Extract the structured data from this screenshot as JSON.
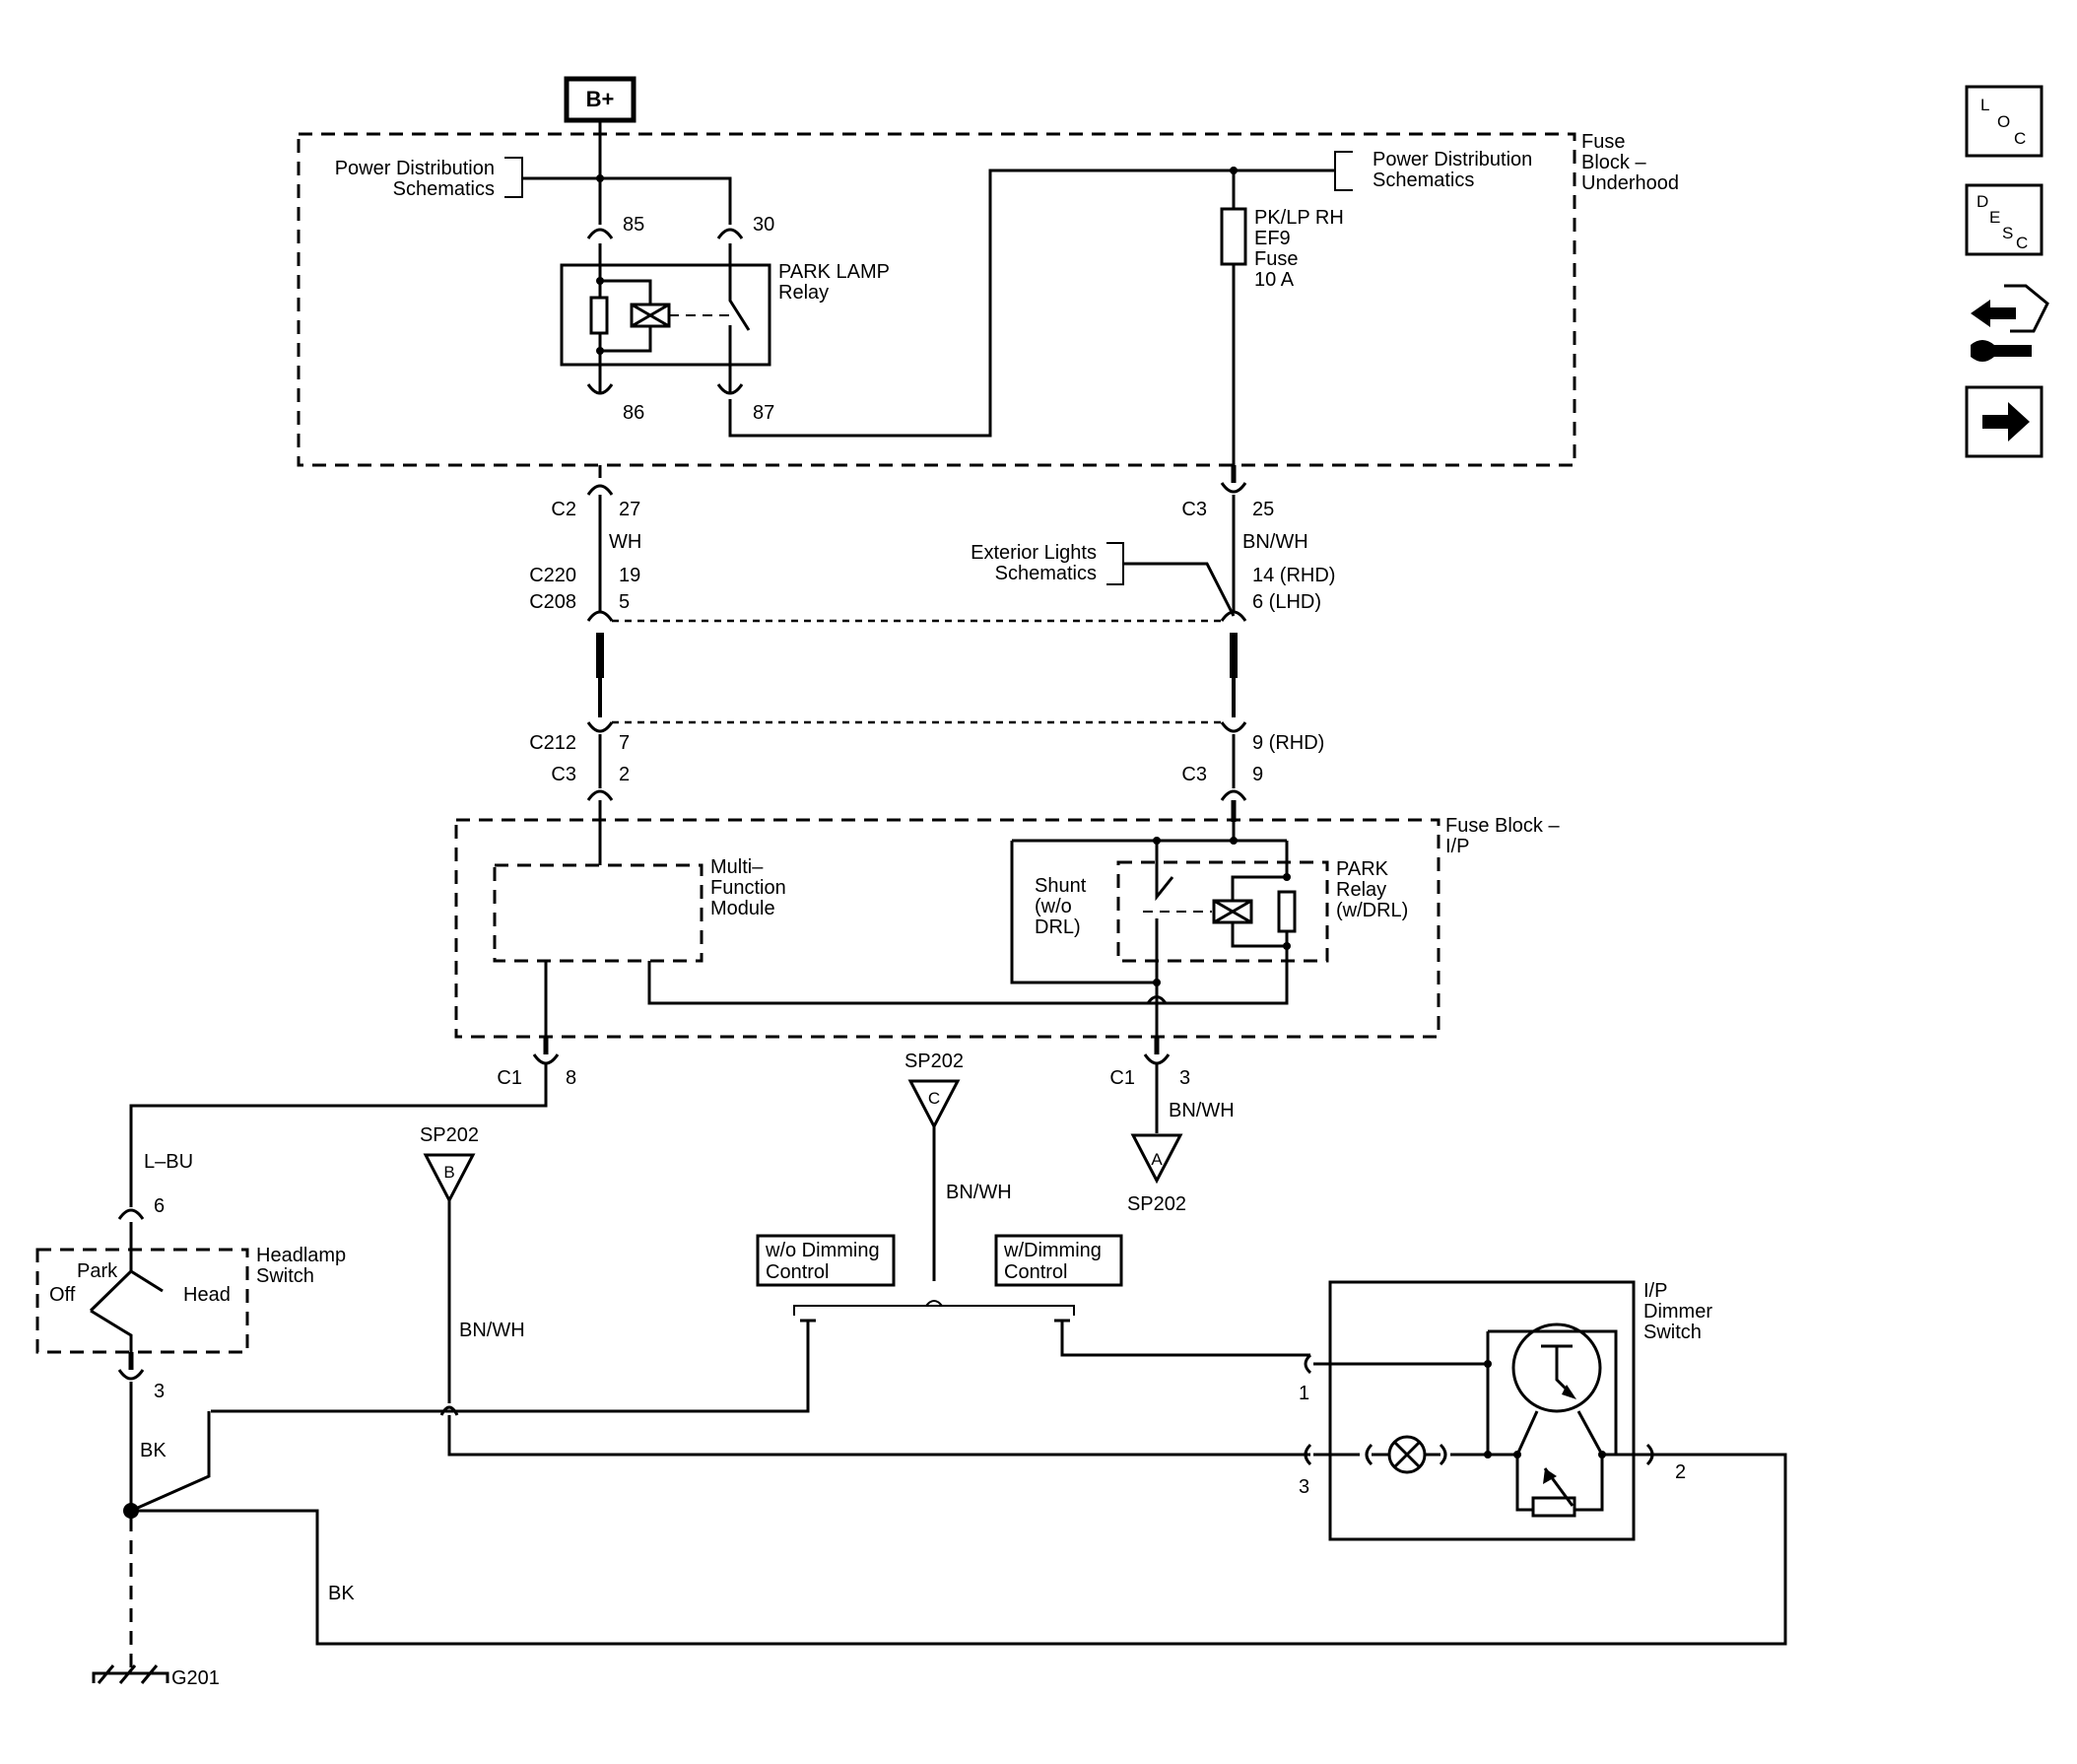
{
  "battery": {
    "label": "B+"
  },
  "fuse_block_underhood": {
    "title_lines": [
      "Fuse",
      "Block –",
      "Underhood"
    ],
    "power_dist_left": [
      "Power Distribution",
      "Schematics"
    ],
    "power_dist_right": [
      "Power Distribution",
      "Schematics"
    ]
  },
  "park_lamp_relay": {
    "label_lines": [
      "PARK LAMP",
      "Relay"
    ],
    "pins": {
      "p85": "85",
      "p30": "30",
      "p86": "86",
      "p87": "87"
    }
  },
  "fuse_ef9": {
    "label_lines": [
      "PK/LP RH",
      "EF9",
      "Fuse",
      "10 A"
    ]
  },
  "left_circuit": {
    "c2": "C2",
    "c2_pin": "27",
    "wire": "WH",
    "c220": "C220",
    "c220_pin": "19",
    "c208": "C208",
    "c208_pin": "5",
    "c212": "C212",
    "c212_pin": "7",
    "c3": "C3",
    "c3_pin": "2"
  },
  "right_circuit": {
    "c3": "C3",
    "c3_pin": "25",
    "wire": "BN/WH",
    "pin_rhd": "14 (RHD)",
    "pin_lhd": "6 (LHD)",
    "ext_lights": [
      "Exterior Lights",
      "Schematics"
    ],
    "c212_pin": "9 (RHD)",
    "c3b": "C3",
    "c3b_pin": "9"
  },
  "fuse_block_ip": {
    "title_lines": [
      "Fuse Block –",
      "I/P"
    ],
    "mfm_lines": [
      "Multi–",
      "Function",
      "Module"
    ],
    "shunt_lines": [
      "Shunt",
      "(w/o",
      "DRL)"
    ],
    "park_relay_lines": [
      "PARK",
      "Relay",
      "(w/DRL)"
    ]
  },
  "bottom": {
    "c1_left": "C1",
    "c1_left_pin": "8",
    "c1_right": "C1",
    "c1_right_pin": "3",
    "wire_lbu": "L–BU",
    "pin_6": "6",
    "pin_3": "3",
    "wire_bk": "BK",
    "wire_bk2": "BK",
    "sp202": "SP202",
    "splice_a": "A",
    "splice_b": "B",
    "splice_c": "C",
    "bnwh_right": "BN/WH",
    "bnwh_mid": "BN/WH",
    "bnwh_left": "BN/WH",
    "ground": "G201"
  },
  "headlamp_switch": {
    "label_lines": [
      "Headlamp",
      "Switch"
    ],
    "park": "Park",
    "off": "Off",
    "head": "Head"
  },
  "dimming": {
    "wo_lines": [
      "w/o Dimming",
      "Control"
    ],
    "w_lines": [
      "w/Dimming",
      "Control"
    ]
  },
  "ip_dimmer": {
    "label_lines": [
      "I/P",
      "Dimmer",
      "Switch"
    ],
    "pin1": "1",
    "pin3": "3",
    "pin2": "2"
  },
  "nav_icons": [
    {
      "name": "loc-icon",
      "letters": [
        "L",
        "O",
        "C"
      ]
    },
    {
      "name": "desc-icon",
      "letters": [
        "D",
        "E",
        "S",
        "C"
      ]
    },
    {
      "name": "connector-wrench-icon"
    },
    {
      "name": "next-arrow-icon"
    }
  ]
}
